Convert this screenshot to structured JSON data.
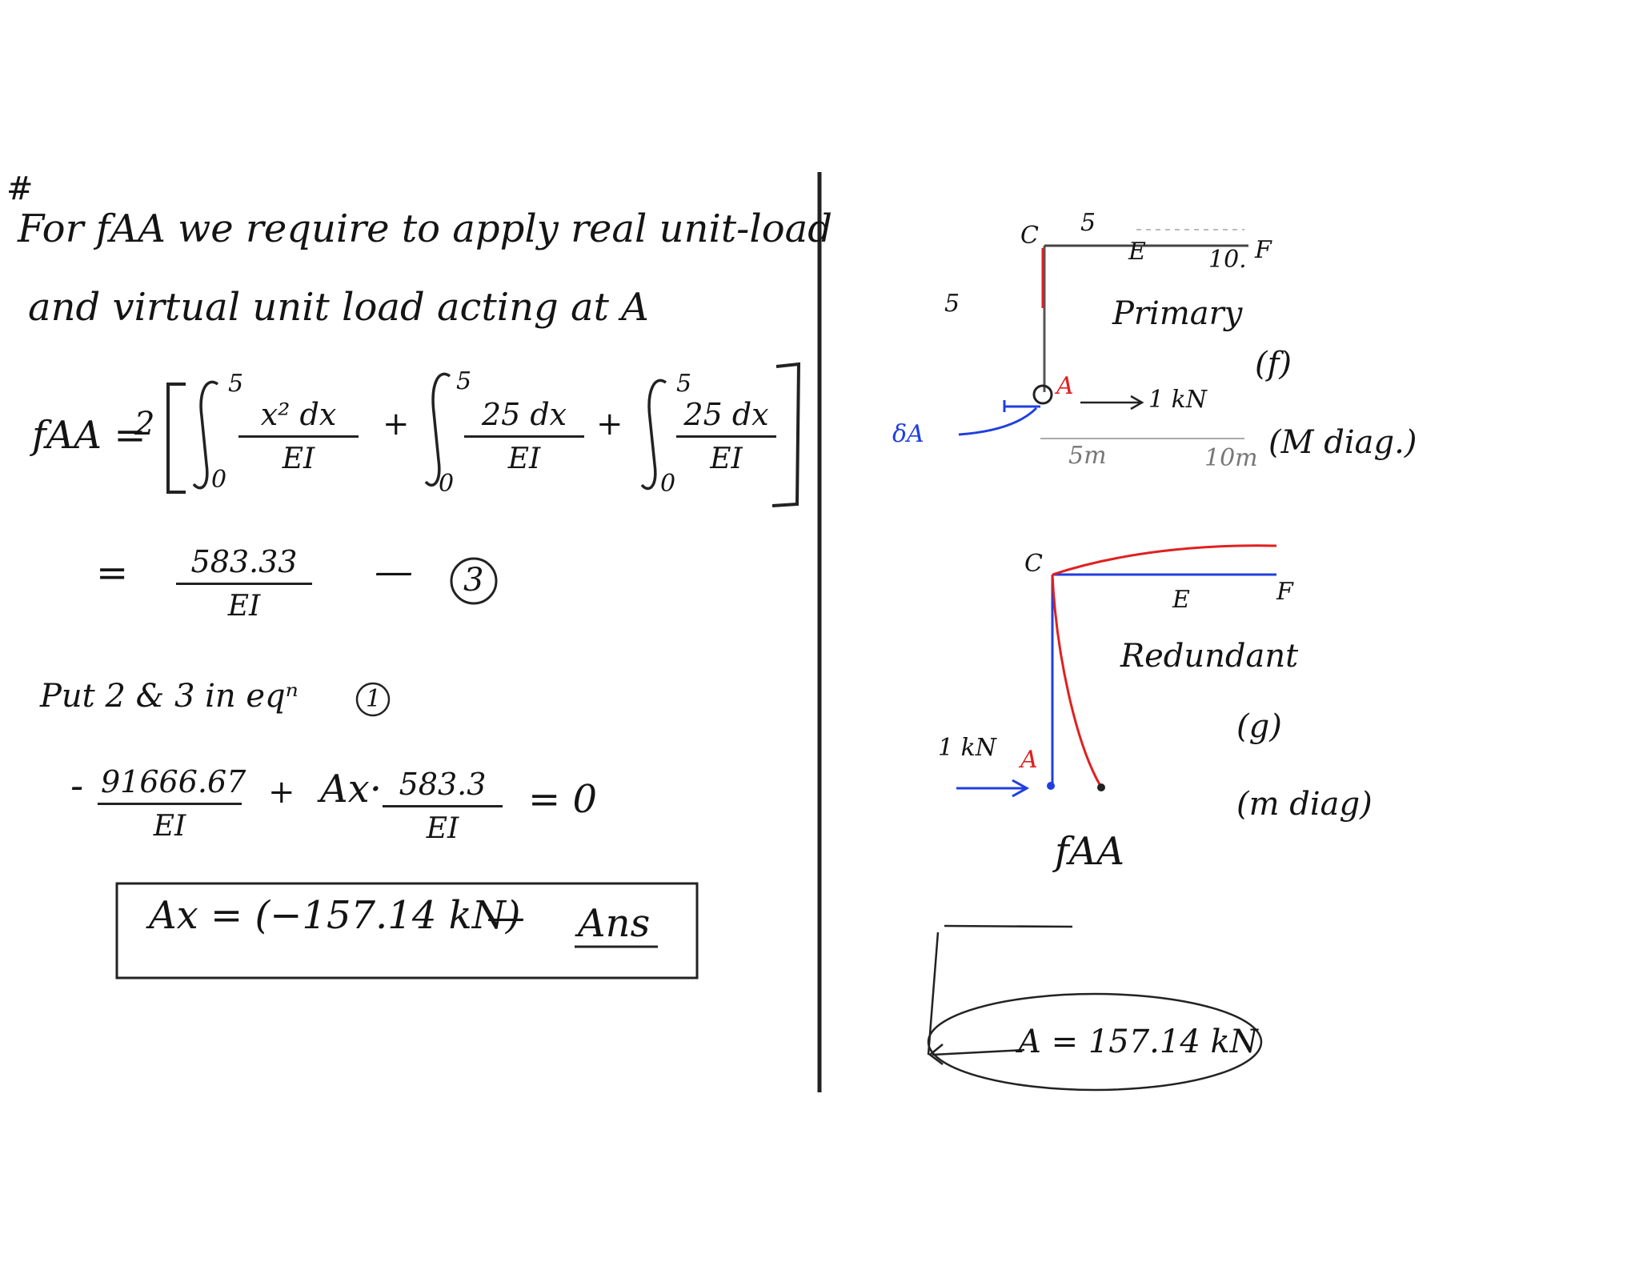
{
  "left": {
    "hash": "#",
    "line1": "For fAA we require to apply real unit-load",
    "line2": "and virtual unit load acting at A",
    "faa_label": "fAA =",
    "coef": "2",
    "int_upper": "5",
    "int_lower": "0",
    "term1_num": "x² dx",
    "term1_den": "EI",
    "term2_num": "25 dx",
    "term2_den": "EI",
    "term3_num": "25 dx",
    "term3_den": "EI",
    "plus": "+",
    "eq": "=",
    "result_num": "583.33",
    "result_den": "EI",
    "dash": "—",
    "eq_number": "3",
    "put_line": "Put 2 & 3 in eqⁿ",
    "put_eq_number": "1",
    "minus": "-",
    "val1_num": "91666.67",
    "val1_den": "EI",
    "ax_label": "Ax·",
    "val2_num": "583.3",
    "val2_den": "EI",
    "equals_zero": "= 0",
    "answer": "Ax = (−157.14 kN)",
    "ans_dash": "—",
    "ans_label": "Ans"
  },
  "right": {
    "primary": {
      "c": "C",
      "top_dim": "5",
      "e": "E",
      "f": "F",
      "ef_dim": "10.",
      "left_dim": "5",
      "a": "A",
      "load": "1 kN",
      "sa": "δA",
      "dim_5m": "5m",
      "dim_10m": "10m",
      "title": "Primary",
      "tag": "(f)",
      "diag": "(M diag.)"
    },
    "redundant": {
      "c": "C",
      "e": "E",
      "f": "F",
      "title": "Redundant",
      "tag": "(g)",
      "diag": "(m diag)",
      "load": "1 kN",
      "a": "A",
      "faa": "fAA"
    },
    "final": "A = 157.14 kN"
  },
  "colors": {
    "ink": "#141414",
    "red": "#e02020",
    "blue": "#1f3fe0",
    "divider": "#222222"
  }
}
